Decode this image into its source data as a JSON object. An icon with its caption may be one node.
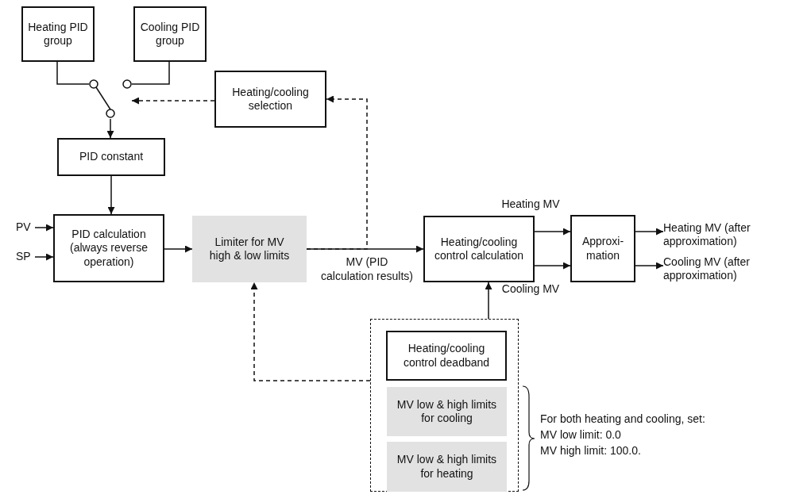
{
  "diagram": {
    "nodes": [
      {
        "text": [
          "Heating PID group"
        ]
      },
      {
        "text": [
          "Cooling PID group"
        ]
      },
      {
        "text": [
          "Heating/cooling selection"
        ]
      },
      {
        "text": [
          "PID constant"
        ]
      },
      {
        "text": [
          "PV"
        ]
      },
      {
        "text": [
          "SP"
        ]
      },
      {
        "text": [
          "PID calculation (always reverse operation)"
        ]
      },
      {
        "text": [
          "Limiter for MV high & low limits"
        ]
      },
      {
        "text": [
          "Heating/cooling control calculation"
        ]
      },
      {
        "text": [
          "Approxi- mation"
        ]
      },
      {
        "text": [
          "Heating MV (after approximation)"
        ]
      },
      {
        "text": [
          "Cooling MV (after approximation)"
        ]
      },
      {
        "text": [],
        "shape": "box"
      },
      {
        "text": [
          "Heating/cooling control deadband"
        ],
        "in": 12
      },
      {
        "text": [
          "MV low & high limits for cooling"
        ],
        "in": 12
      },
      {
        "text": [
          "MV low & high limits for heating"
        ],
        "in": 12
      },
      {
        "text": [],
        "shape": "switch"
      }
    ],
    "edges": [
      {
        "from": 0,
        "to": 16,
        "arrow": "none"
      },
      {
        "from": 1,
        "to": 16,
        "arrow": "none"
      },
      {
        "from": 2,
        "to": 16,
        "arrow": "to",
        "style": "dashed"
      },
      {
        "from": 16,
        "to": 3,
        "arrow": "to"
      },
      {
        "from": 3,
        "to": 6,
        "arrow": "to"
      },
      {
        "from": 4,
        "to": 6,
        "arrow": "to"
      },
      {
        "from": 5,
        "to": 6,
        "arrow": "to"
      },
      {
        "from": 6,
        "to": 7,
        "arrow": "to"
      },
      {
        "from": 7,
        "to": 8,
        "arrow": "to",
        "label": "MV (PID calculation results)"
      },
      {
        "from": 7,
        "to": 2,
        "arrow": "to",
        "style": "dashed"
      },
      {
        "from": 12,
        "to": 7,
        "arrow": "to",
        "style": "dashed"
      },
      {
        "from": 12,
        "to": 8,
        "arrow": "to"
      },
      {
        "from": 8,
        "to": 9,
        "arrow": "to",
        "label": "Heating MV"
      },
      {
        "from": 8,
        "to": 9,
        "arrow": "to",
        "label": "Cooling MV"
      },
      {
        "from": 9,
        "to": 10,
        "arrow": "to"
      },
      {
        "from": 9,
        "to": 11,
        "arrow": "to"
      }
    ],
    "labels": [
      "For both heating and cooling, set:",
      "MV low limit: 0.0",
      "MV high limit: 100.0."
    ]
  }
}
